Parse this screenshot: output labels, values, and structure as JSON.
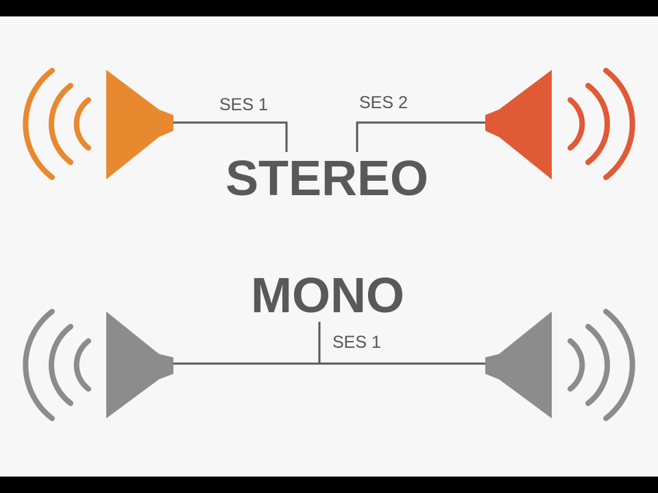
{
  "stereo": {
    "title": "STEREO",
    "left_label": "SES 1",
    "right_label": "SES 2",
    "left_color": "#e8892f",
    "right_color": "#e05a35"
  },
  "mono": {
    "title": "MONO",
    "label": "SES 1",
    "color": "#8c8c8c"
  },
  "colors": {
    "background": "#f7f7f7",
    "line": "#595959",
    "frame": "#000000"
  }
}
